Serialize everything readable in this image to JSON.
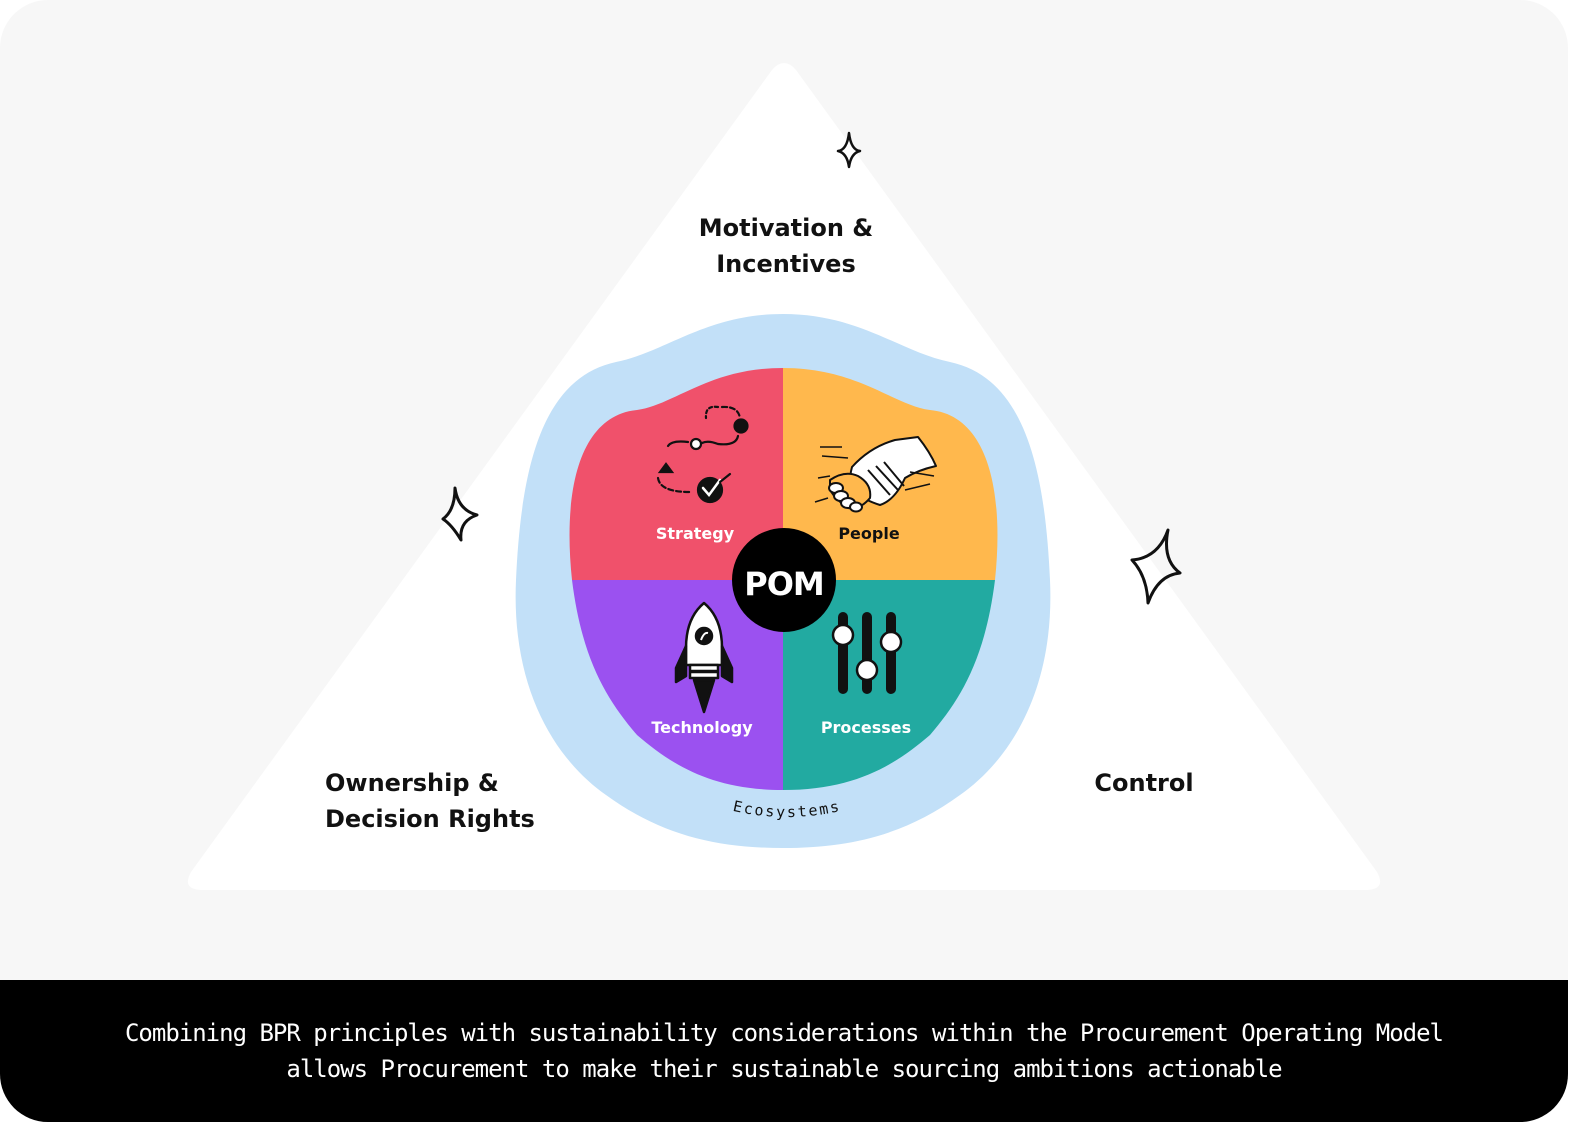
{
  "pyramid": {
    "top_line1": "Motivation &",
    "top_line2": "Incentives",
    "left_line1": "Ownership &",
    "left_line2": "Decision Rights",
    "right": "Control"
  },
  "wheel": {
    "center": "POM",
    "ring_label": "Ecosystems",
    "quadrants": [
      {
        "label": "Strategy",
        "color": "#f0516b",
        "icon": "strategy-path-icon"
      },
      {
        "label": "People",
        "color": "#ffb84d",
        "icon": "handshake-icon"
      },
      {
        "label": "Technology",
        "color": "#9b51f0",
        "icon": "rocket-icon"
      },
      {
        "label": "Processes",
        "color": "#22aaa1",
        "icon": "sliders-icon"
      }
    ],
    "ring_color": "#c2e0f8"
  },
  "caption": {
    "line1": "Combining BPR principles with sustainability considerations within the Procurement Operating Model",
    "line2": "allows Procurement to make their sustainable sourcing ambitions actionable"
  }
}
